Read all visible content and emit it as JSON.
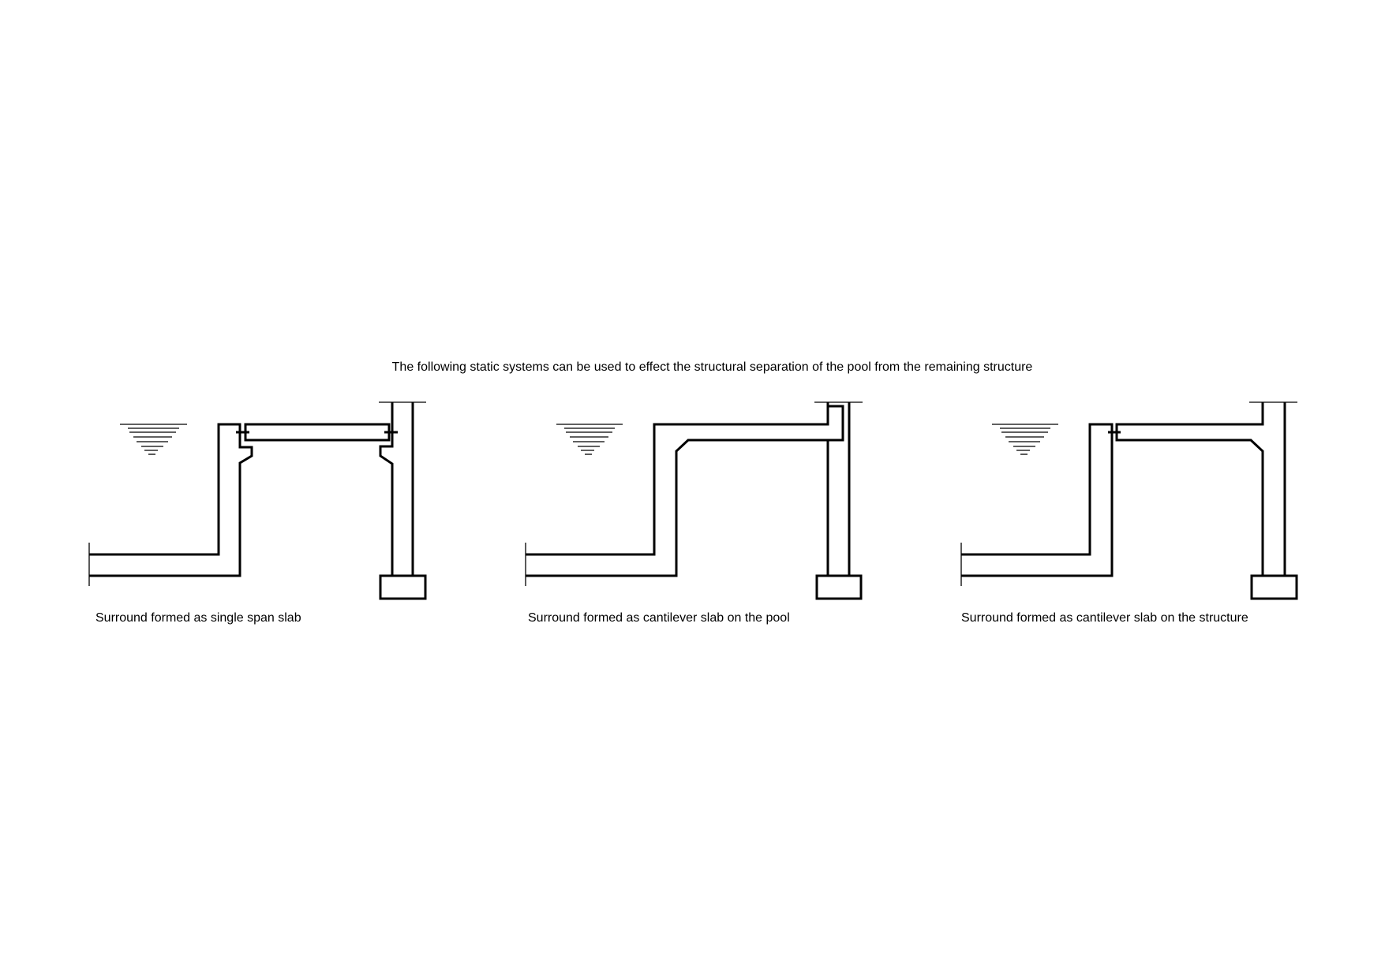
{
  "title": "The following static systems can be used to effect the structural separation of the pool from the remaining structure",
  "diagrams": [
    {
      "caption": "Surround formed as single span slab"
    },
    {
      "caption": "Surround formed as cantilever slab on the pool"
    },
    {
      "caption": "Surround formed as cantilever slab on the structure"
    }
  ]
}
